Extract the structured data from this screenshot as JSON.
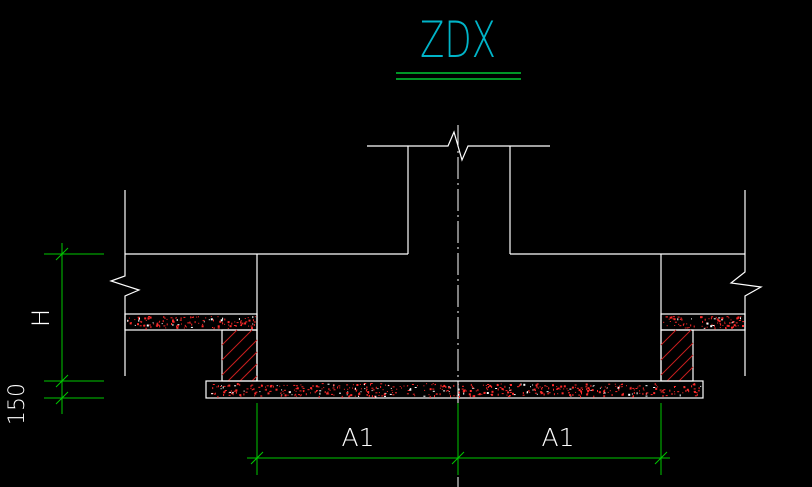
{
  "drawing": {
    "title": "ZDX",
    "dim_width_left": "A1",
    "dim_width_right": "A1",
    "dim_height": "H",
    "dim_pad": "150"
  },
  "colors": {
    "background": "#000000",
    "outline": "#ffffff",
    "title": "#00b4c8",
    "title_underline": "#00c832",
    "dimension": "#00c800",
    "fill_speckle": "#ff2a2a",
    "hatch": "#c81e1e"
  }
}
